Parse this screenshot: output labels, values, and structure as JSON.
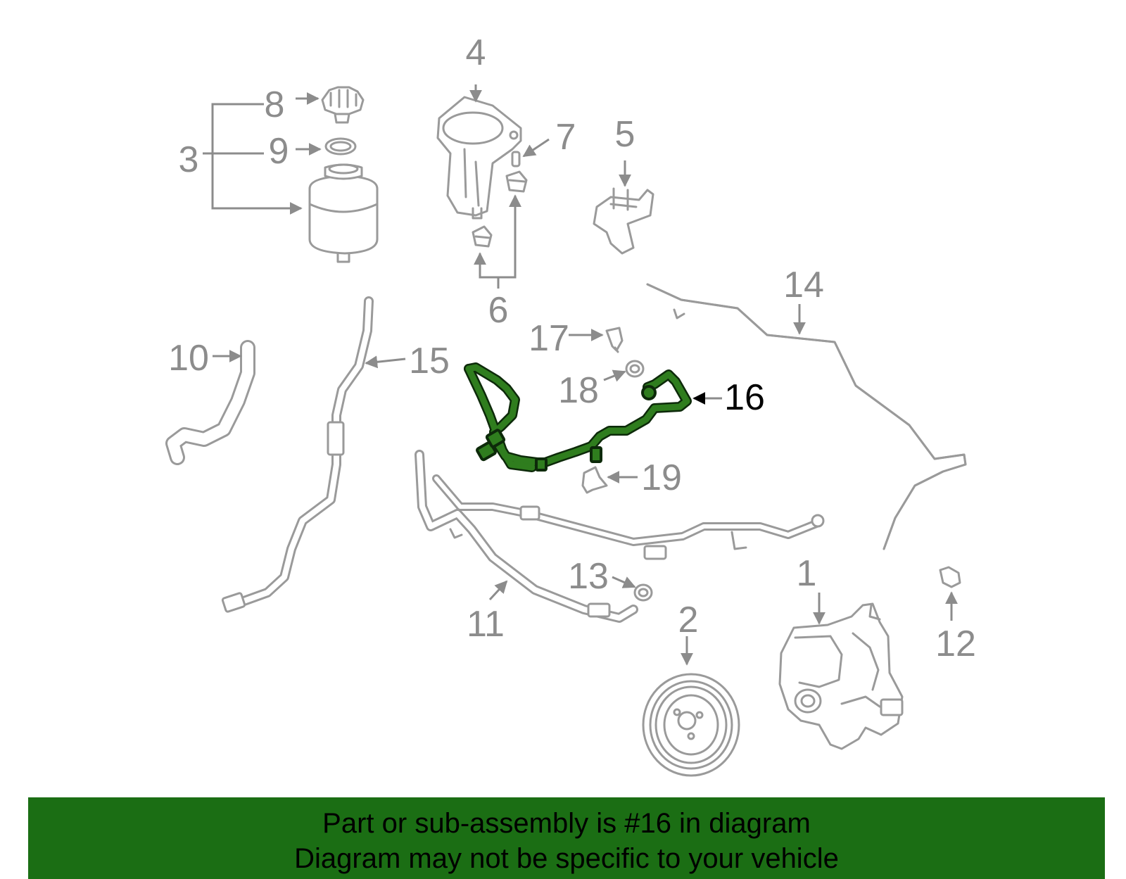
{
  "callouts": {
    "c1": "1",
    "c2": "2",
    "c3": "3",
    "c4": "4",
    "c5": "5",
    "c6": "6",
    "c7": "7",
    "c8": "8",
    "c9": "9",
    "c10": "10",
    "c11": "11",
    "c12": "12",
    "c13": "13",
    "c14": "14",
    "c15": "15",
    "c16": "16",
    "c17": "17",
    "c18": "18",
    "c19": "19"
  },
  "highlighted_part": "16",
  "banner": {
    "line1": "Part or sub-assembly is #16 in diagram",
    "line2": "Diagram may not be specific to your vehicle"
  },
  "colors": {
    "banner_bg": "#1b6e14",
    "highlight": "#2f7d1e",
    "line_art": "#9a9a9a",
    "label": "#8c8c8c"
  },
  "icons": {
    "arrow": "arrow-head-icon"
  }
}
